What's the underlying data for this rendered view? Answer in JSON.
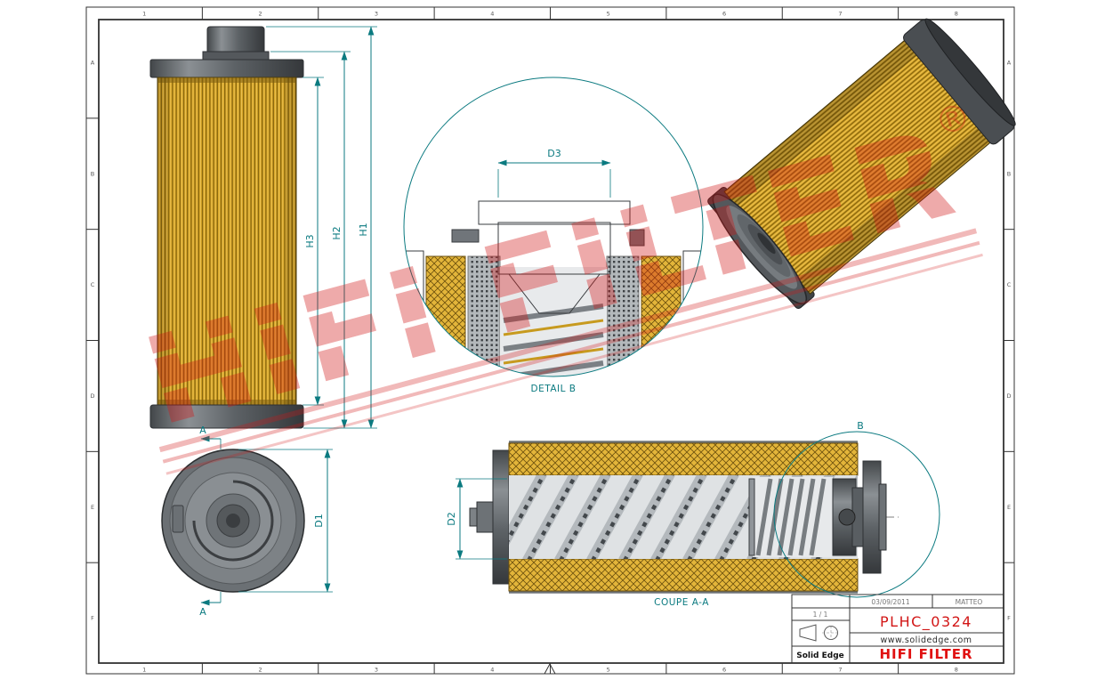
{
  "drawing": {
    "watermark": {
      "text": "HIFI FILTER",
      "registered": "®"
    },
    "labels": {
      "detail_b": "DETAIL B",
      "coupe": "COUPE A-A",
      "section_arrow": "A",
      "detail_ref": "B"
    },
    "dimensions": {
      "h1": "H1",
      "h2": "H2",
      "h3": "H3",
      "d1": "D1",
      "d2": "D2",
      "d3": "D3"
    }
  },
  "border": {
    "top": [
      "1",
      "2",
      "3",
      "4",
      "5",
      "6",
      "7",
      "8"
    ],
    "bottom": [
      "1",
      "2",
      "3",
      "4",
      "5",
      "6",
      "7",
      "8"
    ],
    "left": [
      "A",
      "B",
      "C",
      "D",
      "E",
      "F"
    ],
    "right": [
      "A",
      "B",
      "C",
      "D",
      "E",
      "F"
    ]
  },
  "title_block": {
    "date": "03/09/2011",
    "author": "MATTEO",
    "scale": "1 / 1",
    "part_number": "PLHC_0324",
    "website": "www.solidedge.com",
    "cad_app": "Solid Edge",
    "company": "HIFI FILTER"
  },
  "colors": {
    "dimension": "#0b7a80",
    "media_gold": "#d9a727",
    "accent_red": "#d21616"
  }
}
